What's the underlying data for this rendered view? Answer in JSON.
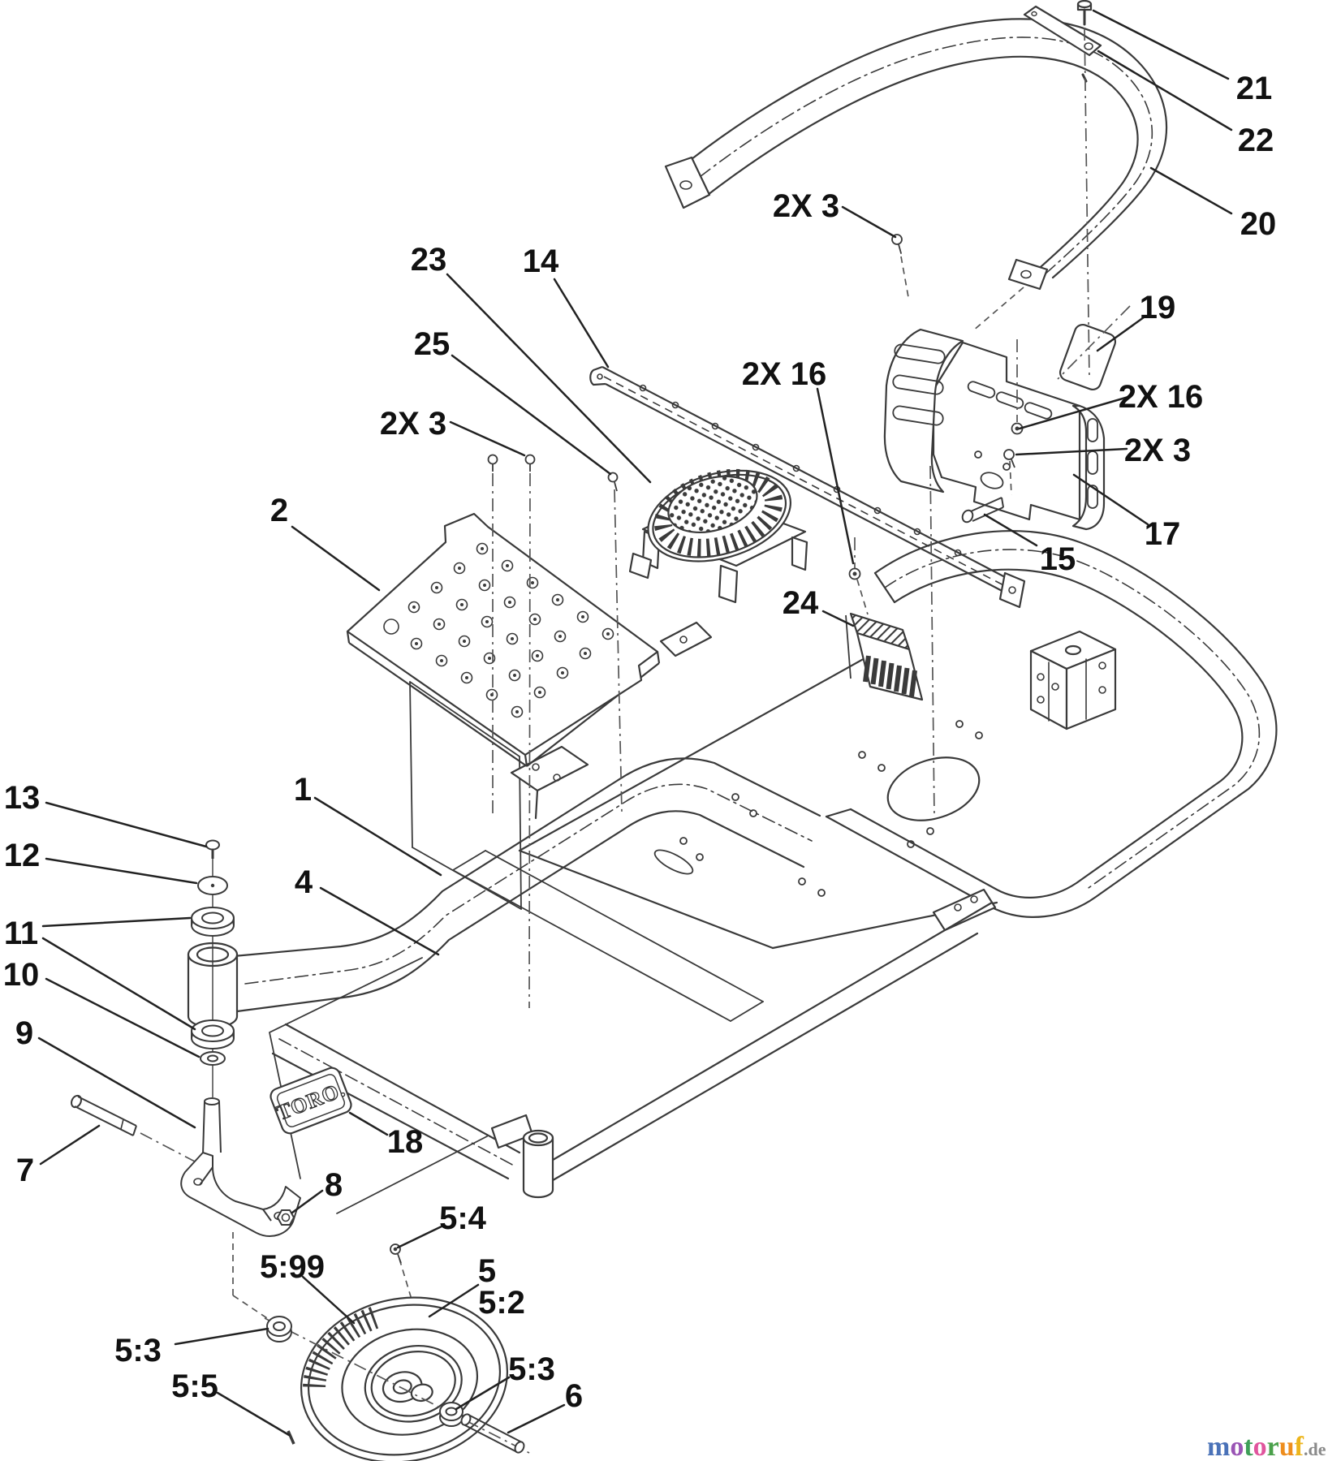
{
  "diagram": {
    "background": "#ffffff",
    "line_color": "#3a3a3a",
    "label_color": "#111111",
    "decal_text": "TORO.",
    "callouts": [
      {
        "text": "21"
      },
      {
        "text": "22"
      },
      {
        "text": "20"
      },
      {
        "text": "19"
      },
      {
        "text": "2X 16"
      },
      {
        "text": "2X  3"
      },
      {
        "text": "17"
      },
      {
        "text": "2X 3"
      },
      {
        "text": "23"
      },
      {
        "text": "14"
      },
      {
        "text": "25"
      },
      {
        "text": "2X 16"
      },
      {
        "text": "2X 3"
      },
      {
        "text": "2"
      },
      {
        "text": "15"
      },
      {
        "text": "24"
      },
      {
        "text": "1"
      },
      {
        "text": "4"
      },
      {
        "text": "13"
      },
      {
        "text": "12"
      },
      {
        "text": "11"
      },
      {
        "text": "10"
      },
      {
        "text": "9"
      },
      {
        "text": "7"
      },
      {
        "text": "8"
      },
      {
        "text": "18"
      },
      {
        "text": "5:4"
      },
      {
        "text": "5:99"
      },
      {
        "text": "5"
      },
      {
        "text": "5:2"
      },
      {
        "text": "5:3"
      },
      {
        "text": "5:3"
      },
      {
        "text": "5:5"
      },
      {
        "text": "6"
      }
    ]
  },
  "watermark": {
    "letters": [
      {
        "char": "m",
        "color": "#4a72b8"
      },
      {
        "char": "o",
        "color": "#9a55b5"
      },
      {
        "char": "t",
        "color": "#3f9f58"
      },
      {
        "char": "o",
        "color": "#e0559d"
      },
      {
        "char": "r",
        "color": "#4aa04a"
      },
      {
        "char": "u",
        "color": "#ee8d1d"
      },
      {
        "char": "f",
        "color": "#edb51c"
      }
    ],
    "suffix": ".de",
    "suffix_color": "#8a8a8a"
  }
}
